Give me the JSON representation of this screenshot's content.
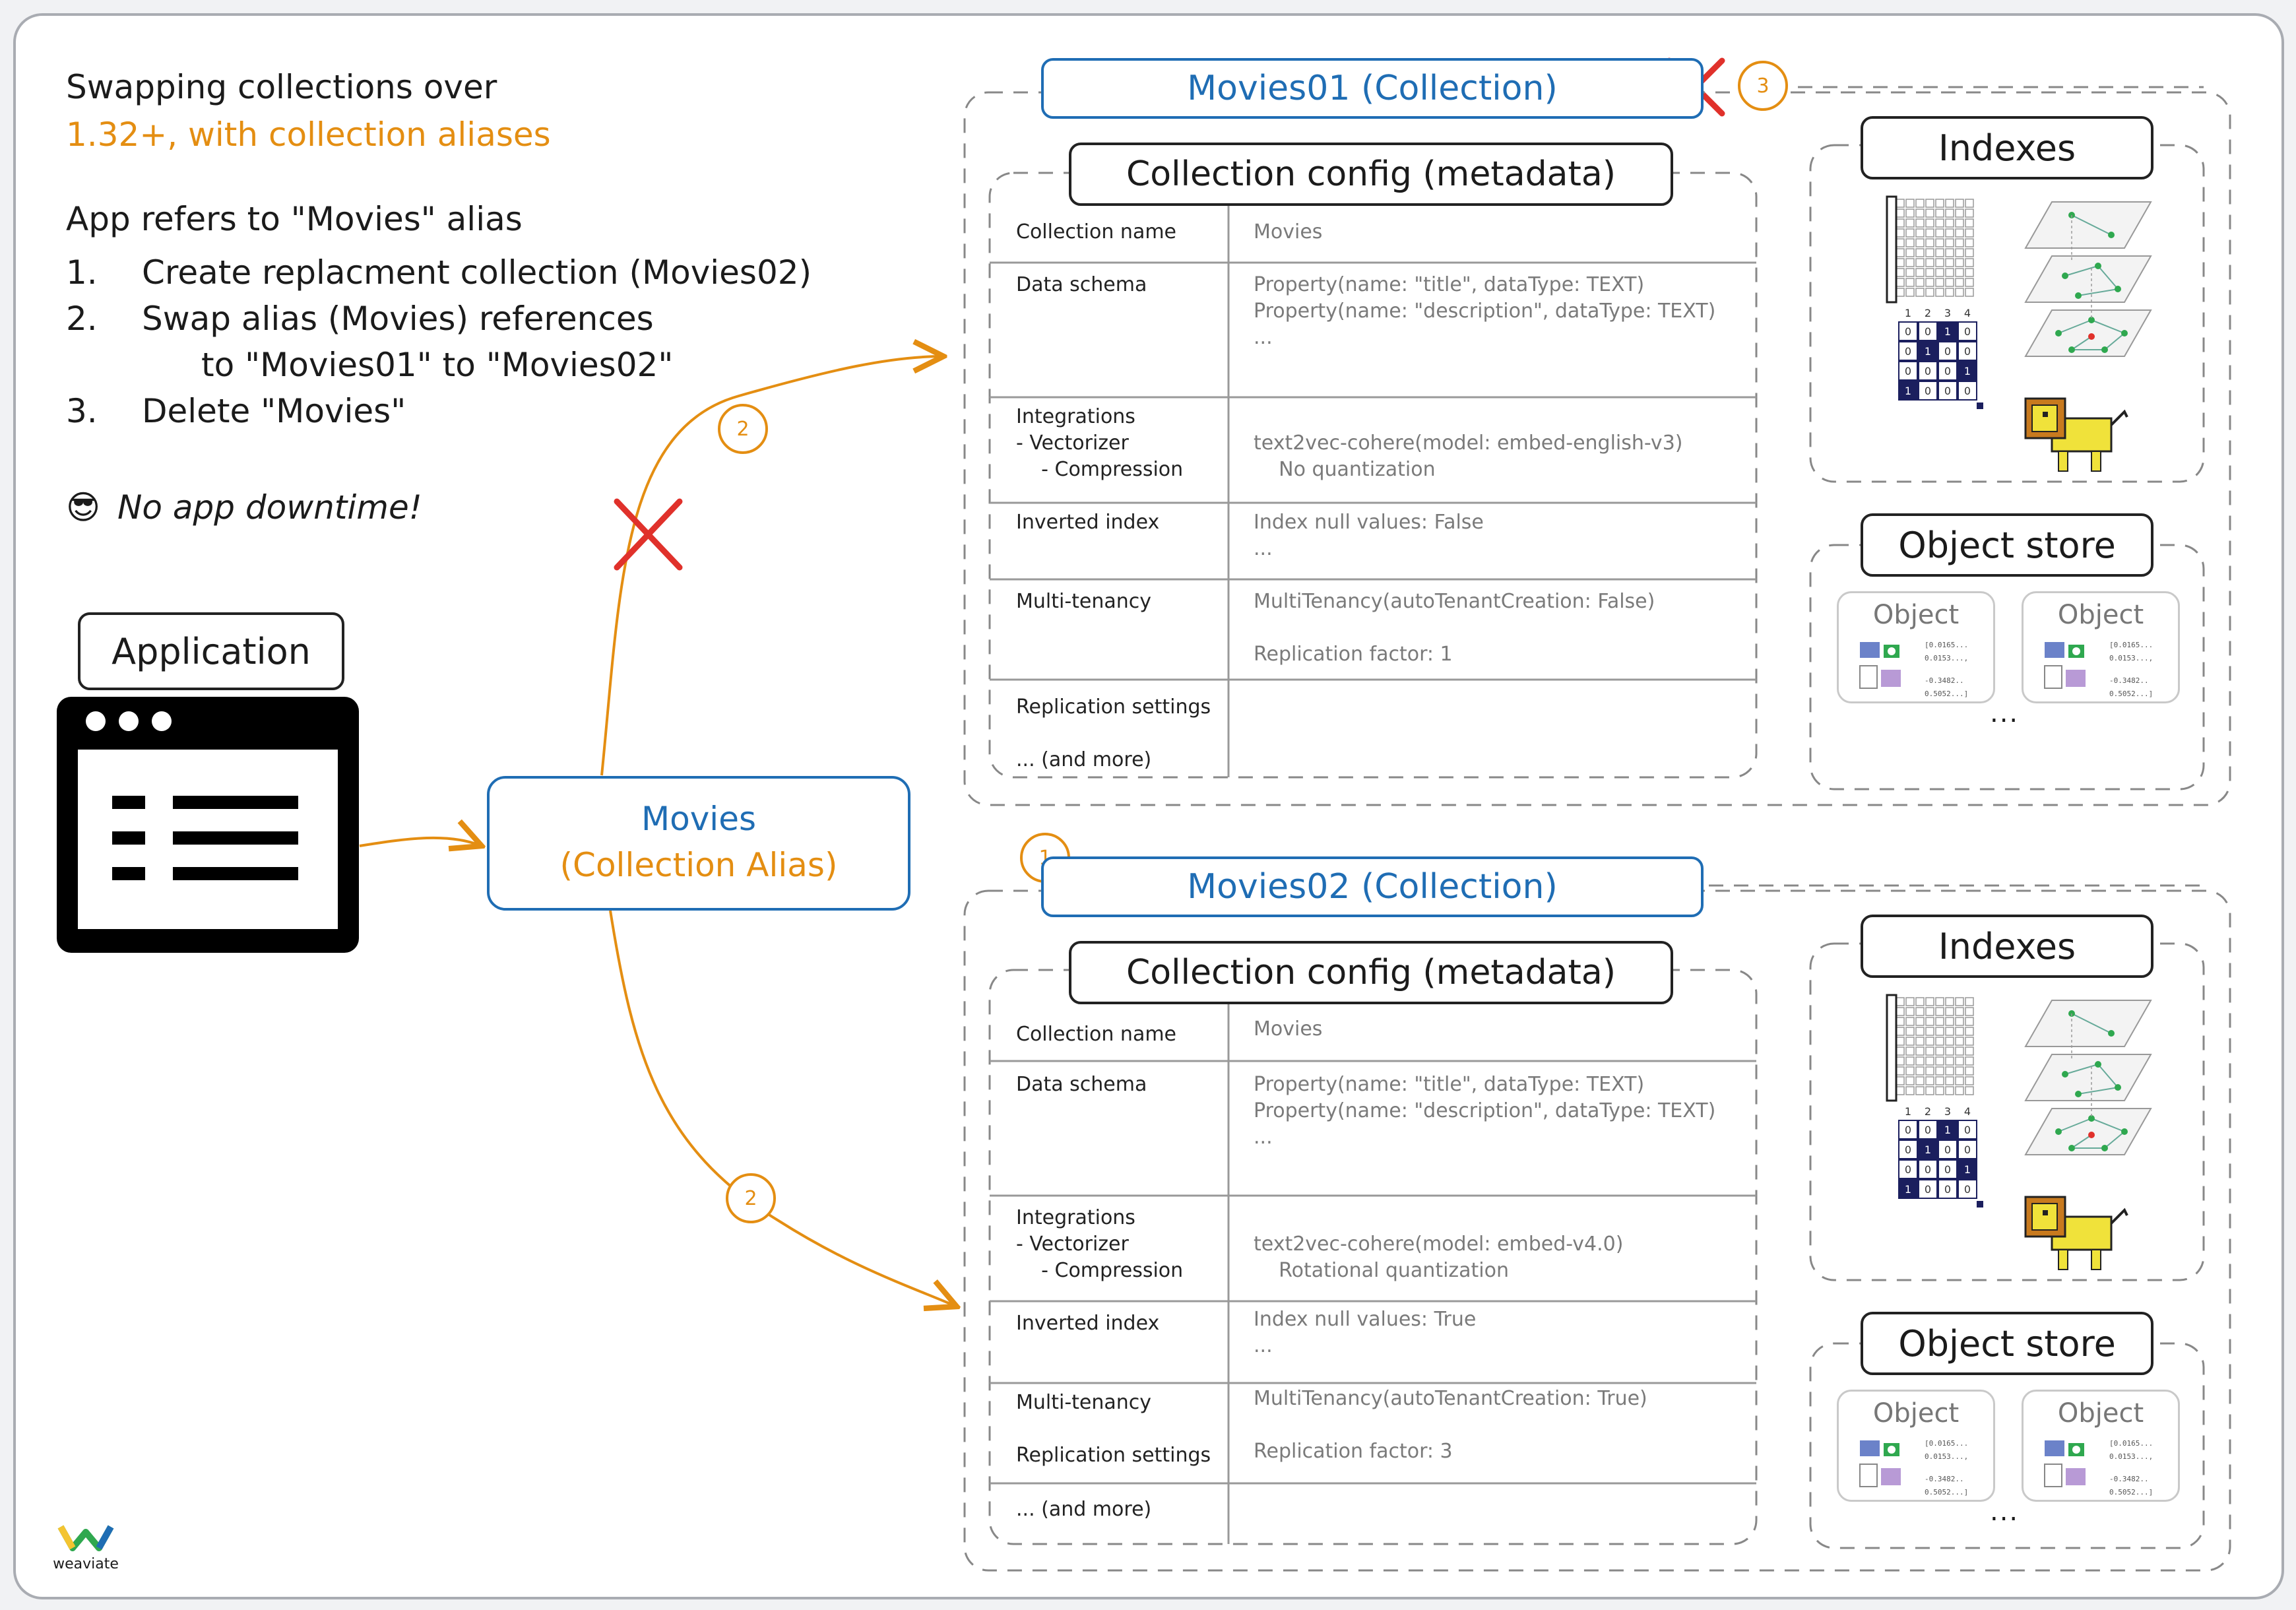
{
  "intro": {
    "line1": "Swapping collections over",
    "line2": "1.32+, with collection aliases",
    "heading": "App refers to \"Movies\" alias",
    "steps": [
      {
        "num": "1.",
        "text": "Create replacment collection (Movies02)"
      },
      {
        "num": "2.",
        "text": "Swap alias (Movies) references"
      },
      {
        "num": "",
        "text": "to \"Movies01\" to \"Movies02\""
      },
      {
        "num": "3.",
        "text": "Delete \"Movies\""
      }
    ],
    "emoji": "😎",
    "downtime": "No app downtime!"
  },
  "application": {
    "label": "Application"
  },
  "alias": {
    "line1": "Movies",
    "line2": "(Collection Alias)"
  },
  "markers": {
    "delete": "3",
    "create": "1",
    "swap_top": "2",
    "swap_bottom": "2"
  },
  "collections": [
    {
      "title": "Movies01 (Collection)",
      "config_title": "Collection config (metadata)",
      "rows": [
        {
          "key": "Collection name",
          "val": "Movies"
        },
        {
          "key": "Data schema",
          "val": "Property(name: \"title\", dataType: TEXT)\nProperty(name: \"description\", dataType: TEXT)\n..."
        },
        {
          "key": "Integrations\n- Vectorizer\n    - Compression",
          "val": "\ntext2vec-cohere(model: embed-english-v3)\n    No quantization"
        },
        {
          "key": "Inverted index",
          "val": "Index null values: False\n..."
        },
        {
          "key": "Multi-tenancy",
          "val": "MultiTenancy(autoTenantCreation: False)\n\nReplication factor: 1"
        },
        {
          "key": "Replication settings\n\n... (and more)",
          "val": ""
        }
      ],
      "indexes_title": "Indexes",
      "object_store_title": "Object store",
      "object_label": "Object",
      "more": "..."
    },
    {
      "title": "Movies02 (Collection)",
      "config_title": "Collection config (metadata)",
      "rows": [
        {
          "key": "Collection name",
          "val": "Movies"
        },
        {
          "key": "Data schema",
          "val": "Property(name: \"title\", dataType: TEXT)\nProperty(name: \"description\", dataType: TEXT)\n..."
        },
        {
          "key": "Integrations\n- Vectorizer\n    - Compression",
          "val": "\ntext2vec-cohere(model: embed-v4.0)\n    Rotational quantization"
        },
        {
          "key": "Inverted index",
          "val": "Index null values: True\n..."
        },
        {
          "key": "Multi-tenancy\n\nReplication settings",
          "val": "MultiTenancy(autoTenantCreation: True)\n\nReplication factor: 3"
        },
        {
          "key": "... (and more)",
          "val": ""
        }
      ],
      "indexes_title": "Indexes",
      "object_store_title": "Object store",
      "object_label": "Object",
      "more": "..."
    }
  ],
  "matrix": {
    "header": [
      "1",
      "2",
      "3",
      "4"
    ],
    "rows": [
      [
        "0",
        "0",
        "1",
        "0"
      ],
      [
        "0",
        "1",
        "0",
        "0"
      ],
      [
        "0",
        "0",
        "0",
        "1"
      ],
      [
        "1",
        "0",
        "0",
        "0"
      ]
    ]
  },
  "vectors": [
    "[0.0165...",
    "0.0153...,",
    "-0.3482..",
    "0.5052...]"
  ],
  "logo": {
    "text": "weaviate"
  },
  "colors": {
    "accent": "#e48e12",
    "blue": "#1f6db4",
    "red": "#e0312b"
  }
}
